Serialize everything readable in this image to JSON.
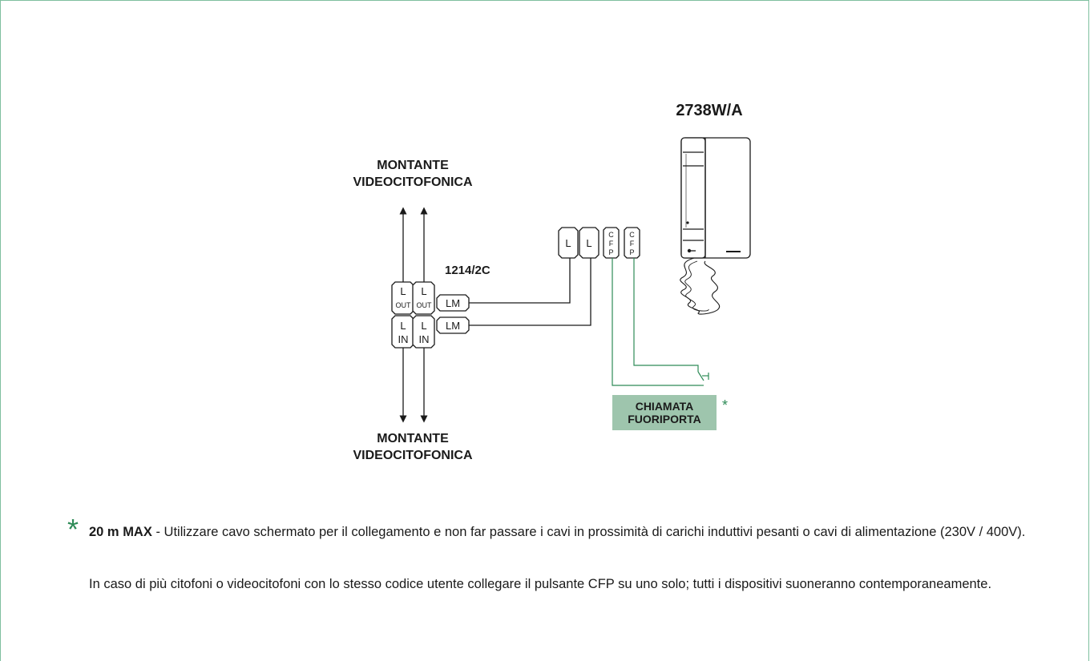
{
  "diagram": {
    "model_label": "2738W/A",
    "riser_top": [
      "MONTANTE",
      "VIDEOCITOFONICA"
    ],
    "riser_bottom": [
      "MONTANTE",
      "VIDEOCITOFONICA"
    ],
    "distributor_code": "1214/2C",
    "distributor_terminals": {
      "l_out": [
        "L",
        "OUT"
      ],
      "l_in": [
        "L",
        "IN"
      ],
      "lm": "LM"
    },
    "device_terminals": {
      "l": "L",
      "cfp": [
        "C",
        "F",
        "P"
      ]
    },
    "call_box": [
      "CHIAMATA",
      "FUORIPORTA"
    ],
    "star": "*"
  },
  "note": {
    "star": "*",
    "bold": "20 m MAX",
    "text1": " - Utilizzare cavo schermato per il collegamento e non far passare i cavi in prossimità di carichi induttivi pesanti o cavi di alimentazione (230V / 400V).",
    "text2": "In caso di più citofoni o videocitofoni con lo stesso codice utente collegare il pulsante CFP su uno solo; tutti i dispositivi suoneranno contemporaneamente."
  },
  "colors": {
    "accent": "#2e8b57",
    "call_box_fill": "#9ec5ad",
    "frame": "#7fbf9f"
  }
}
